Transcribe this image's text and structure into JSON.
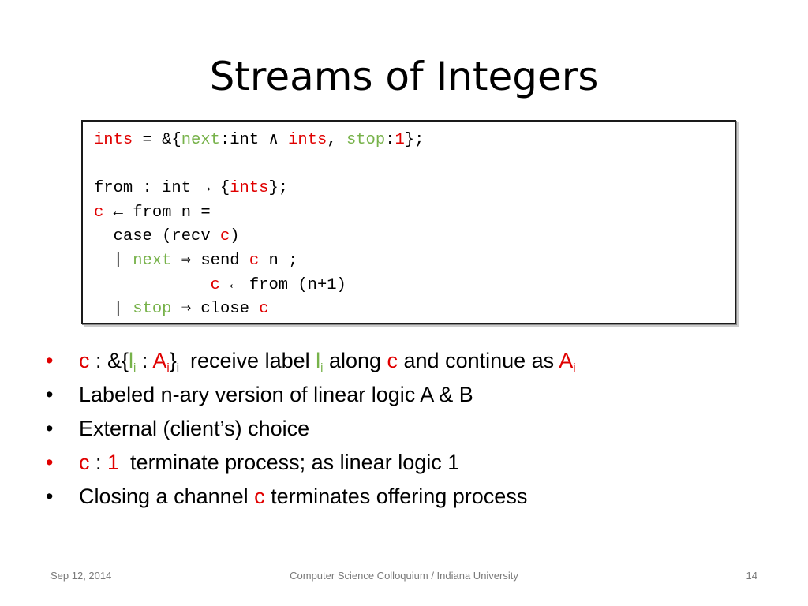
{
  "slide": {
    "title": "Streams of Integers"
  },
  "code": {
    "lines": [
      [
        {
          "t": "ints",
          "c": "red"
        },
        {
          "t": " = &{",
          "c": "default"
        },
        {
          "t": "next",
          "c": "green"
        },
        {
          "t": ":int ∧ ",
          "c": "default"
        },
        {
          "t": "ints",
          "c": "red"
        },
        {
          "t": ", ",
          "c": "default"
        },
        {
          "t": "stop",
          "c": "green"
        },
        {
          "t": ":",
          "c": "default"
        },
        {
          "t": "1",
          "c": "red"
        },
        {
          "t": "};",
          "c": "default"
        }
      ],
      [],
      [
        {
          "t": "from : int → {",
          "c": "default"
        },
        {
          "t": "ints",
          "c": "red"
        },
        {
          "t": "};",
          "c": "default"
        }
      ],
      [
        {
          "t": "c",
          "c": "red"
        },
        {
          "t": " ← from n =",
          "c": "default"
        }
      ],
      [
        {
          "t": "  case (recv ",
          "c": "default"
        },
        {
          "t": "c",
          "c": "red"
        },
        {
          "t": ")",
          "c": "default"
        }
      ],
      [
        {
          "t": "  | ",
          "c": "default"
        },
        {
          "t": "next",
          "c": "green"
        },
        {
          "t": " ⇒ send ",
          "c": "default"
        },
        {
          "t": "c",
          "c": "red"
        },
        {
          "t": " n ;",
          "c": "default"
        }
      ],
      [
        {
          "t": "            ",
          "c": "default"
        },
        {
          "t": "c",
          "c": "red"
        },
        {
          "t": " ← from (n+1)",
          "c": "default"
        }
      ],
      [
        {
          "t": "  | ",
          "c": "default"
        },
        {
          "t": "stop",
          "c": "green"
        },
        {
          "t": " ⇒ close ",
          "c": "default"
        },
        {
          "t": "c",
          "c": "red"
        }
      ]
    ]
  },
  "bullets": [
    {
      "dot_color": "red",
      "segments": [
        {
          "t": "c",
          "c": "red"
        },
        {
          "t": " : &{",
          "c": "default"
        },
        {
          "t": "l",
          "c": "green"
        },
        {
          "t": "i",
          "c": "green",
          "sub": true
        },
        {
          "t": " : ",
          "c": "default"
        },
        {
          "t": "A",
          "c": "red"
        },
        {
          "t": "i",
          "c": "red",
          "sub": true
        },
        {
          "t": "}",
          "c": "default"
        },
        {
          "t": "i",
          "c": "default",
          "sub": true
        },
        {
          "gap": true
        },
        {
          "t": "receive label ",
          "c": "default"
        },
        {
          "t": "l",
          "c": "green"
        },
        {
          "t": "i",
          "c": "green",
          "sub": true
        },
        {
          "t": " along ",
          "c": "default"
        },
        {
          "t": "c",
          "c": "red"
        },
        {
          "t": " and continue as ",
          "c": "default"
        },
        {
          "t": "A",
          "c": "red"
        },
        {
          "t": "i",
          "c": "red",
          "sub": true
        }
      ]
    },
    {
      "dot_color": "default",
      "segments": [
        {
          "t": "Labeled n-ary version of linear logic A & B",
          "c": "default"
        }
      ]
    },
    {
      "dot_color": "default",
      "segments": [
        {
          "t": "External (client’s) choice",
          "c": "default"
        }
      ]
    },
    {
      "dot_color": "red",
      "segments": [
        {
          "t": "c",
          "c": "red"
        },
        {
          "t": " : ",
          "c": "default"
        },
        {
          "t": "1",
          "c": "red"
        },
        {
          "gap": true
        },
        {
          "t": "terminate process; as linear logic 1",
          "c": "default"
        }
      ]
    },
    {
      "dot_color": "default",
      "segments": [
        {
          "t": "Closing a channel ",
          "c": "default"
        },
        {
          "t": "c",
          "c": "red"
        },
        {
          "t": " terminates offering process",
          "c": "default"
        }
      ]
    }
  ],
  "bullet_glyph": "•",
  "footer": {
    "date": "Sep 12, 2014",
    "center": "Computer Science Colloquium / Indiana University",
    "page": "14"
  },
  "colors": {
    "red": "#e00000",
    "green": "#77b24a",
    "text": "#000000",
    "footer": "#7a7a7a"
  }
}
